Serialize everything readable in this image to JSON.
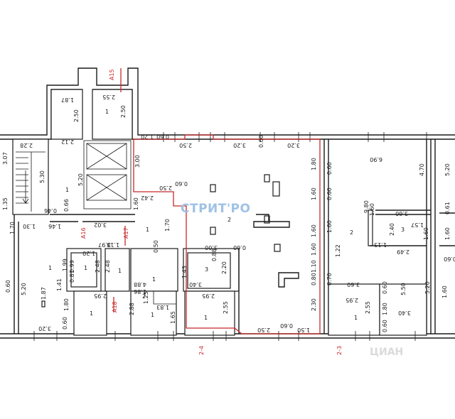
{
  "watermark": "СТРИТ'РО",
  "watermark_bottom": "ЦИАН",
  "axes": [
    "A15",
    "A16",
    "A17",
    "A18",
    "2-4",
    "2-3"
  ],
  "room_numbers": [
    "1",
    "1",
    "1",
    "2",
    "3",
    "1",
    "1",
    "1",
    "1",
    "1",
    "2",
    "1",
    "1",
    "2",
    "3",
    "1"
  ],
  "dimensions": [
    "2.28",
    "0.46",
    "3.07",
    "5.30",
    "1.35",
    "1.70",
    "1.30",
    "1.46",
    "0.60",
    "5.20",
    "1.41",
    "1.80",
    "0.60",
    "3.20",
    "1.87",
    "2.50",
    "2.12",
    "5.20",
    "0.66",
    "2.55",
    "2.50",
    "1.87",
    "1.20",
    "0.60",
    "2.50",
    "3.20",
    "0.60",
    "3.20",
    "3.00",
    "2.50",
    "0.60",
    "2.42",
    "1.60",
    "3.02",
    "1.70",
    "3.97",
    "1.18",
    "1.99",
    "2.48",
    "2.48",
    "0.99",
    "0.81",
    "1.20",
    "0.50",
    "4.88",
    "1.86",
    "2.95",
    "1.25",
    "2.88",
    "1.83",
    "1.65",
    "1.80",
    "1.60",
    "1.60",
    "0.60",
    "0.60",
    "3.00",
    "0.60",
    "0.88",
    "1.43",
    "2.20",
    "3.40",
    "2.95",
    "2.55",
    "1.60",
    "1.10",
    "0.80",
    "2.30",
    "2.50",
    "0.60",
    "1.50",
    "1.22",
    "6.90",
    "4.70",
    "3.60",
    "9.80",
    "1.60",
    "2.40",
    "1.57",
    "1.13",
    "2.49",
    "1.60",
    "0.70",
    "3.60",
    "2.95",
    "0.60",
    "5.50",
    "5.20",
    "1.80",
    "3.40",
    "2.55",
    "0.60",
    "1.60",
    "5.20",
    "0.61",
    "1.60",
    "0.60",
    "1.60"
  ]
}
